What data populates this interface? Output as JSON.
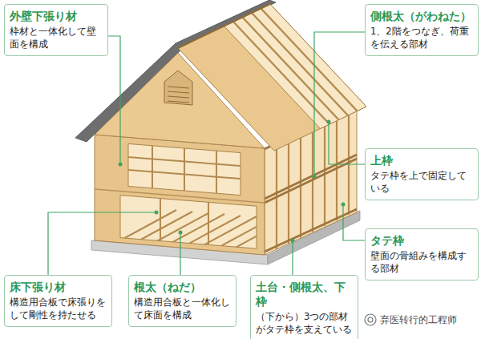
{
  "diagram": {
    "nodes": [
      {
        "text": [
          "外壁下張り材",
          "枠材と一体化して壁面を構成"
        ]
      },
      {
        "text": [
          "側根太（がわねた）",
          "1、2階をつなぎ、荷重を伝える部材"
        ]
      },
      {
        "text": [
          "上枠",
          "タテ枠を上で固定している"
        ]
      },
      {
        "text": [
          "タテ枠",
          "壁面の骨組みを構成する部材"
        ]
      },
      {
        "text": [
          "床下張り材",
          "構造用合板で床張りをして剛性を持たせる"
        ]
      },
      {
        "text": [
          "根太（ねだ）",
          "構造用合板と一体化して床面を構成"
        ]
      },
      {
        "text": [
          "土台・側根太、下枠",
          "（下から）3つの部材がタテ枠を支えている"
        ]
      }
    ],
    "labels": [
      "弃医转行的工程师"
    ]
  }
}
